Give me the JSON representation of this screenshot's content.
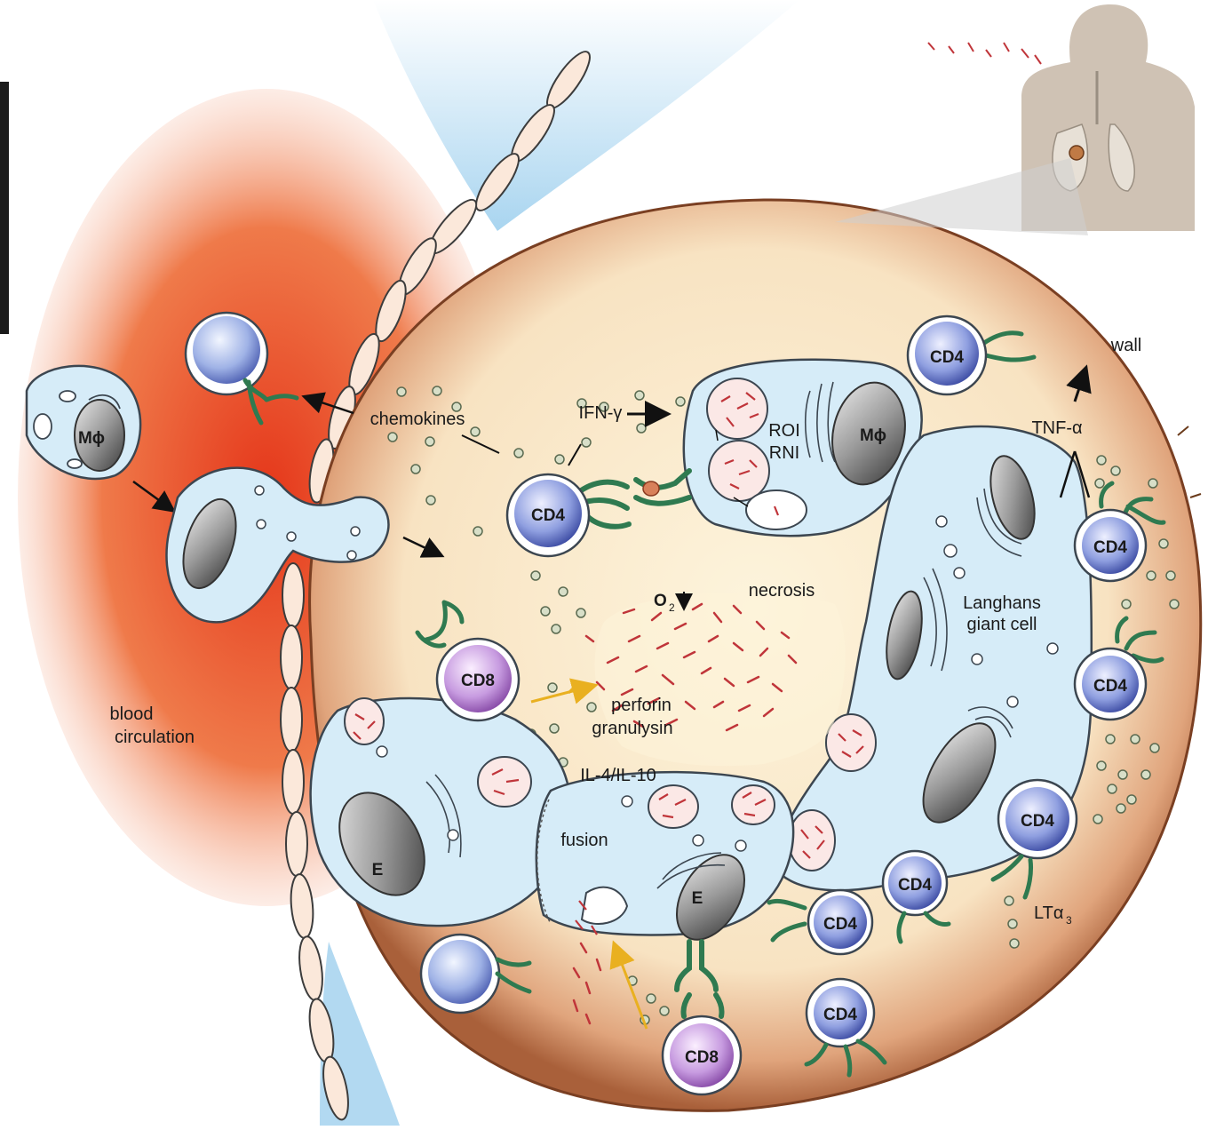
{
  "labels": {
    "blood_circulation_1": "blood",
    "blood_circulation_2": "circulation",
    "chemokines": "chemokines",
    "ifn_gamma": "IFN-γ",
    "roi": "ROI",
    "rni": "RNI",
    "necrosis": "necrosis",
    "o2": "O",
    "o2_sub": "2",
    "perforin": "perforin",
    "granulysin": "granulysin",
    "il4_il10": "IL-4/IL-10",
    "fusion": "fusion",
    "langhans_1": "Langhans",
    "langhans_2": "giant cell",
    "tnf_alpha": "TNF-α",
    "wall": "wall",
    "lt_alpha": "LTα",
    "lt_alpha_sub": "3"
  },
  "cells": {
    "macrophage": "Mϕ",
    "cd4": "CD4",
    "cd8": "CD8",
    "epithelioid": "E"
  },
  "colors": {
    "blood": "#e8401a",
    "granuloma_fill": "#fbeccb",
    "granuloma_rim": "#b26a3e",
    "cell_fill": "#d6ecf8",
    "cell_stroke": "#3c4650",
    "nucleus": "#6a6a6a",
    "cd4_nucleus": "#3c4fa8",
    "cd8_nucleus": "#9b5db0",
    "receptor": "#2f7a50",
    "bacteria": "#c0353a",
    "arrow_yellow": "#e9b020",
    "vessel_blue": "#9fd0ee"
  }
}
